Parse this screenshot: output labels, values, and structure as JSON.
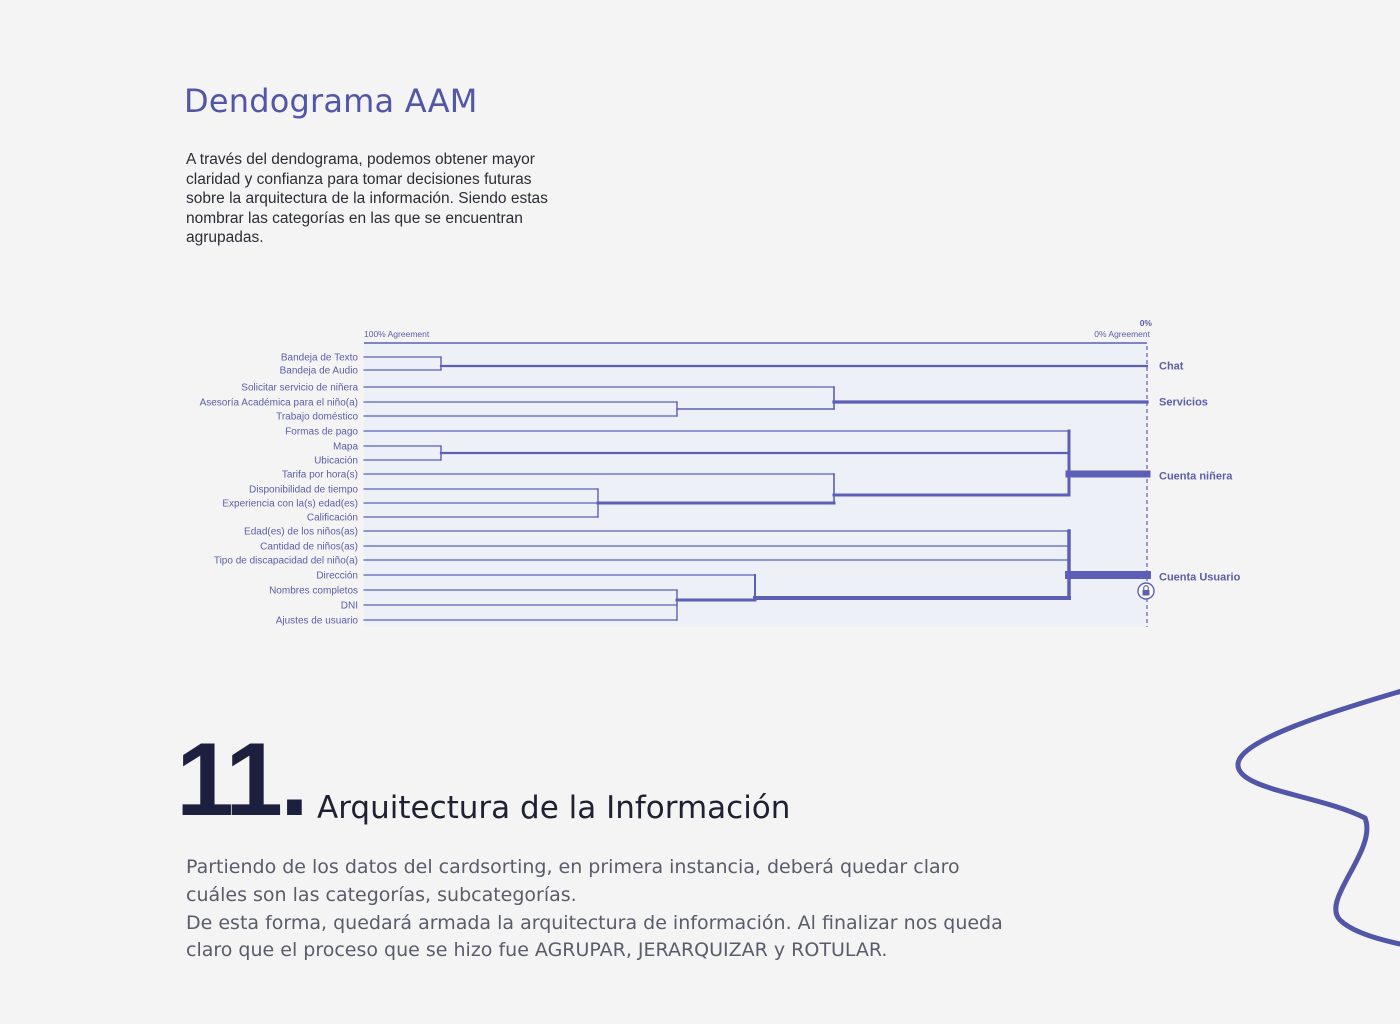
{
  "header": {
    "title": "Dendograma AAM",
    "intro": "A través del dendograma, podemos obtener mayor claridad y confianza para tomar decisiones futuras sobre la arquitectura de la información. Siendo estas nombrar las categorías en las que se encuentran agrupadas."
  },
  "chart_data": {
    "type": "dendrogram",
    "axis_left_label": "100% Agreement",
    "axis_right_label": "0% Agreement",
    "axis_right_top_label": "0%",
    "leaves": [
      "Bandeja de Texto",
      "Bandeja de Audio",
      "Solicitar servicio de niñera",
      "Asesoría Académica para el niño(a)",
      "Trabajo doméstico",
      "Formas de pago",
      "Mapa",
      "Ubicación",
      "Tarifa por hora(s)",
      "Disponibilidad de tiempo",
      "Experiencia con la(s) edad(es)",
      "Calificación",
      "Edad(es) de los niños(as)",
      "Cantidad de niños(as)",
      "Tipo de discapacidad del niño(a)",
      "Dirección",
      "Nombres completos",
      "DNI",
      "Ajustes de usuario"
    ],
    "clusters": [
      {
        "name": "Chat",
        "leaves": [
          0,
          1
        ]
      },
      {
        "name": "Servicios",
        "leaves": [
          2,
          3,
          4
        ]
      },
      {
        "name": "Cuenta niñera",
        "leaves": [
          5,
          6,
          7,
          8,
          9,
          10,
          11
        ]
      },
      {
        "name": "Cuenta Usuario",
        "leaves": [
          12,
          13,
          14,
          15,
          16,
          17,
          18
        ]
      }
    ],
    "colors": {
      "line": "#5c5fb5",
      "dark": "#4447a6",
      "light_bg": "#eef0f8",
      "label": "#5b5ea9"
    }
  },
  "section": {
    "number": "11.",
    "title": "Arquitectura de la Información",
    "paragraphs": [
      "Partiendo de los datos del cardsorting, en primera instancia, deberá quedar claro cuáles son las categorías, subcategorías.",
      "De esta forma, quedará armada la arquitectura de información. Al finalizar nos queda claro que el proceso que se hizo fue AGRUPAR, JERARQUIZAR y ROTULAR."
    ]
  }
}
